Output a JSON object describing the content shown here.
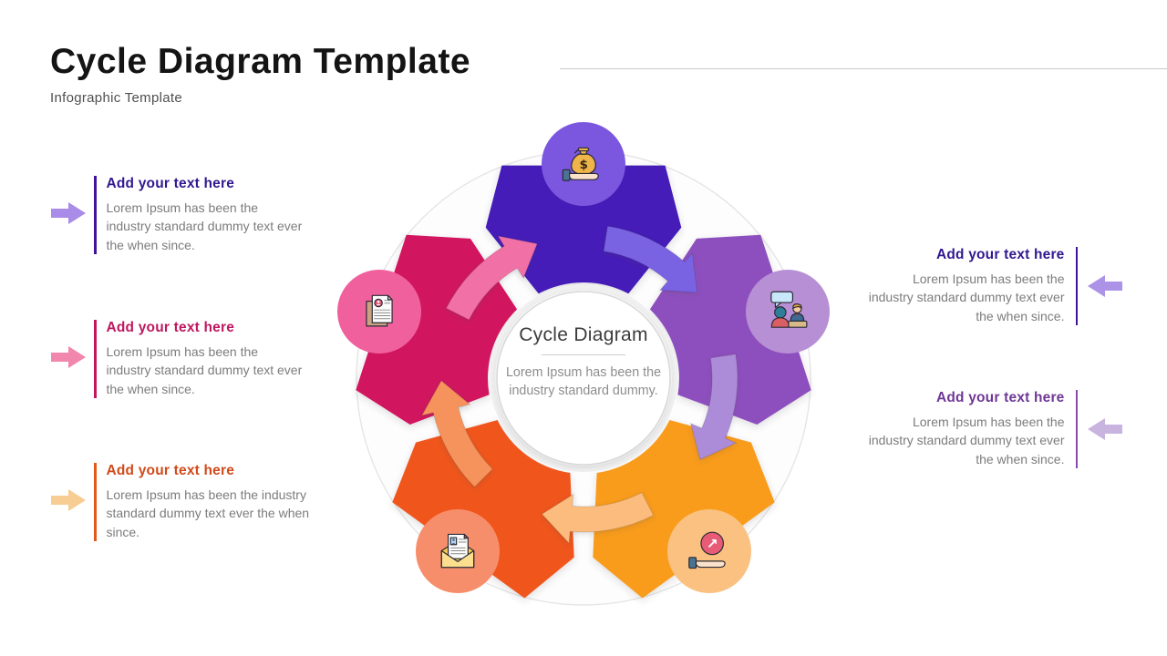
{
  "header": {
    "title": "Cycle Diagram Template",
    "subtitle": "Infographic Template"
  },
  "left_blocks": [
    {
      "heading": "Add your text here",
      "body": "Lorem Ipsum has been the industry standard dummy text ever the when since.",
      "heading_color": "#31188F",
      "bar_color": "#41129E",
      "arrow_color": "#A98BE8"
    },
    {
      "heading": "Add your text here",
      "body": "Lorem Ipsum has been the industry standard dummy text ever the when since.",
      "heading_color": "#BE1760",
      "bar_color": "#C2185B",
      "arrow_color": "#F287AE"
    },
    {
      "heading": "Add your text here",
      "body": "Lorem Ipsum has been the industry standard dummy text ever the when since.",
      "heading_color": "#D04A1A",
      "bar_color": "#E2591C",
      "arrow_color": "#F8CD94"
    }
  ],
  "right_blocks": [
    {
      "heading": "Add your text here",
      "body": "Lorem Ipsum has been the industry standard dummy text ever the when since.",
      "heading_color": "#31188F",
      "bar_color": "#41129E",
      "arrow_color": "#AC93E8"
    },
    {
      "heading": "Add your text here",
      "body": "Lorem Ipsum has been the industry standard dummy text ever the when since.",
      "heading_color": "#6F3795",
      "bar_color": "#8A4BA8",
      "arrow_color": "#C9B3DF"
    }
  ],
  "diagram": {
    "center": {
      "title": "Cycle Diagram",
      "body": "Lorem Ipsum has been the industry standard dummy."
    },
    "segments": [
      {
        "position": "top",
        "icon": "money-hand-icon",
        "color": "#441FB8",
        "badge_color": "#7A57DE"
      },
      {
        "position": "right",
        "icon": "discussion-icon",
        "color": "#8E4FBE",
        "badge_color": "#B78FD4"
      },
      {
        "position": "bottom-right",
        "icon": "growth-icon",
        "color": "#F99C1F",
        "badge_color": "#FAC181"
      },
      {
        "position": "bottom-left",
        "icon": "mail-icon",
        "color": "#F0571F",
        "badge_color": "#F68E6B"
      },
      {
        "position": "left",
        "icon": "resume-icon",
        "color": "#D1175F",
        "badge_color": "#F0609D"
      }
    ],
    "arrows": [
      {
        "from": "left",
        "to": "top",
        "color": "#F170A6"
      },
      {
        "from": "top",
        "to": "right",
        "color": "#7A63E2"
      },
      {
        "from": "right",
        "to": "bottom-right",
        "color": "#AC8BD8"
      },
      {
        "from": "bottom-right",
        "to": "bottom-left",
        "color": "#FBBC7E"
      },
      {
        "from": "bottom-left",
        "to": "left",
        "color": "#F6935B"
      }
    ]
  }
}
